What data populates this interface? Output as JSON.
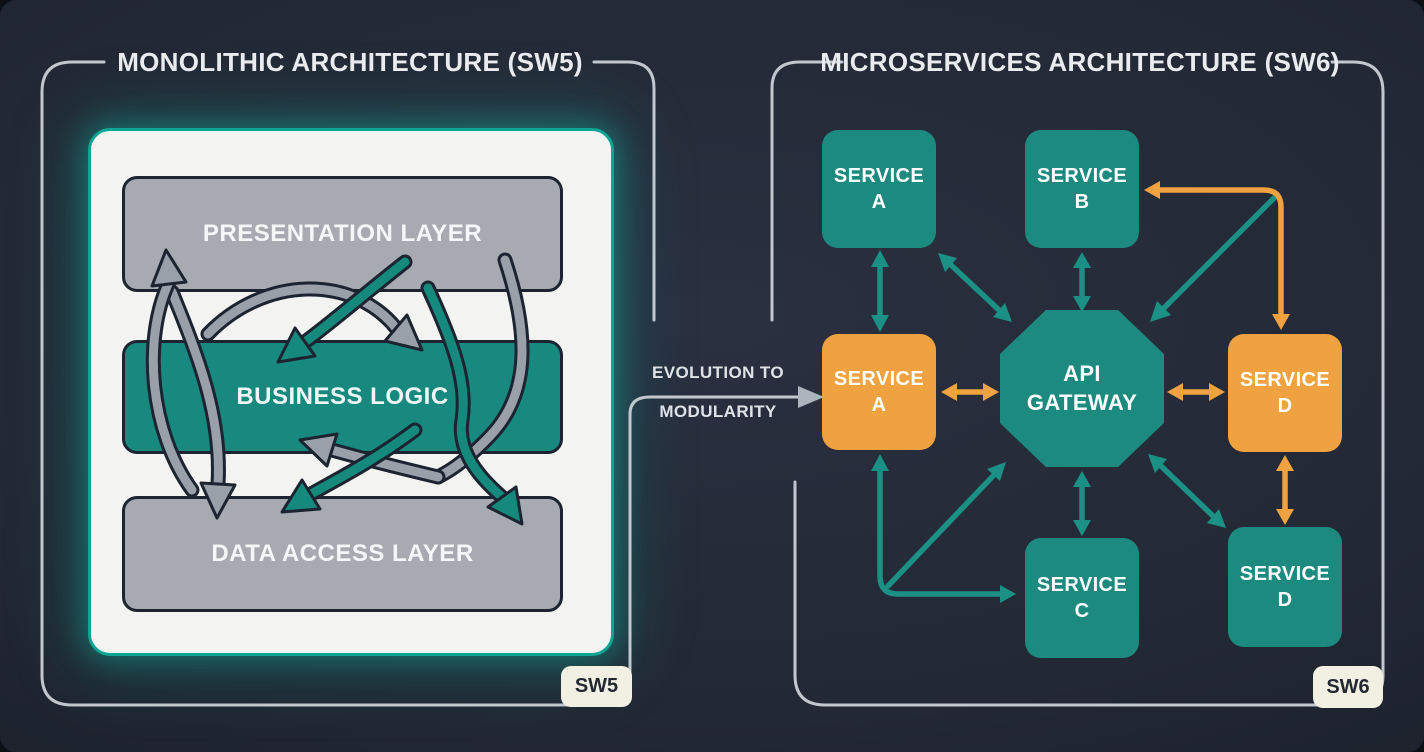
{
  "left_panel": {
    "title": "MONOLITHIC ARCHITECTURE (SW5)",
    "badge": "SW5",
    "layers": [
      {
        "label": "PRESENTATION LAYER"
      },
      {
        "label": "BUSINESS LOGIC"
      },
      {
        "label": "DATA ACCESS LAYER"
      }
    ]
  },
  "transition": {
    "line1": "EVOLUTION TO",
    "line2": "MODULARITY"
  },
  "right_panel": {
    "title": "MICROSERVICES ARCHITECTURE (SW6)",
    "badge": "SW6",
    "nodes": [
      {
        "line1": "SERVICE",
        "line2": "A",
        "color": "teal"
      },
      {
        "line1": "SERVICE",
        "line2": "B",
        "color": "teal"
      },
      {
        "line1": "SERVICE",
        "line2": "A",
        "color": "orange"
      },
      {
        "line1": "API",
        "line2": "GATEWAY",
        "color": "teal"
      },
      {
        "line1": "SERVICE",
        "line2": "D",
        "color": "orange"
      },
      {
        "line1": "SERVICE",
        "line2": "C",
        "color": "teal"
      },
      {
        "line1": "SERVICE",
        "line2": "D",
        "color": "teal"
      }
    ]
  },
  "colors": {
    "teal": "#1d8a7f",
    "orange": "#f0a241",
    "gray_box": "#a7aab1",
    "gray_arrow": "#9aa0a9",
    "panel_white": "#f3f4f2",
    "bracket": "#c2c7ce",
    "background": "#222834",
    "badge_bg": "#f2f0e3"
  }
}
